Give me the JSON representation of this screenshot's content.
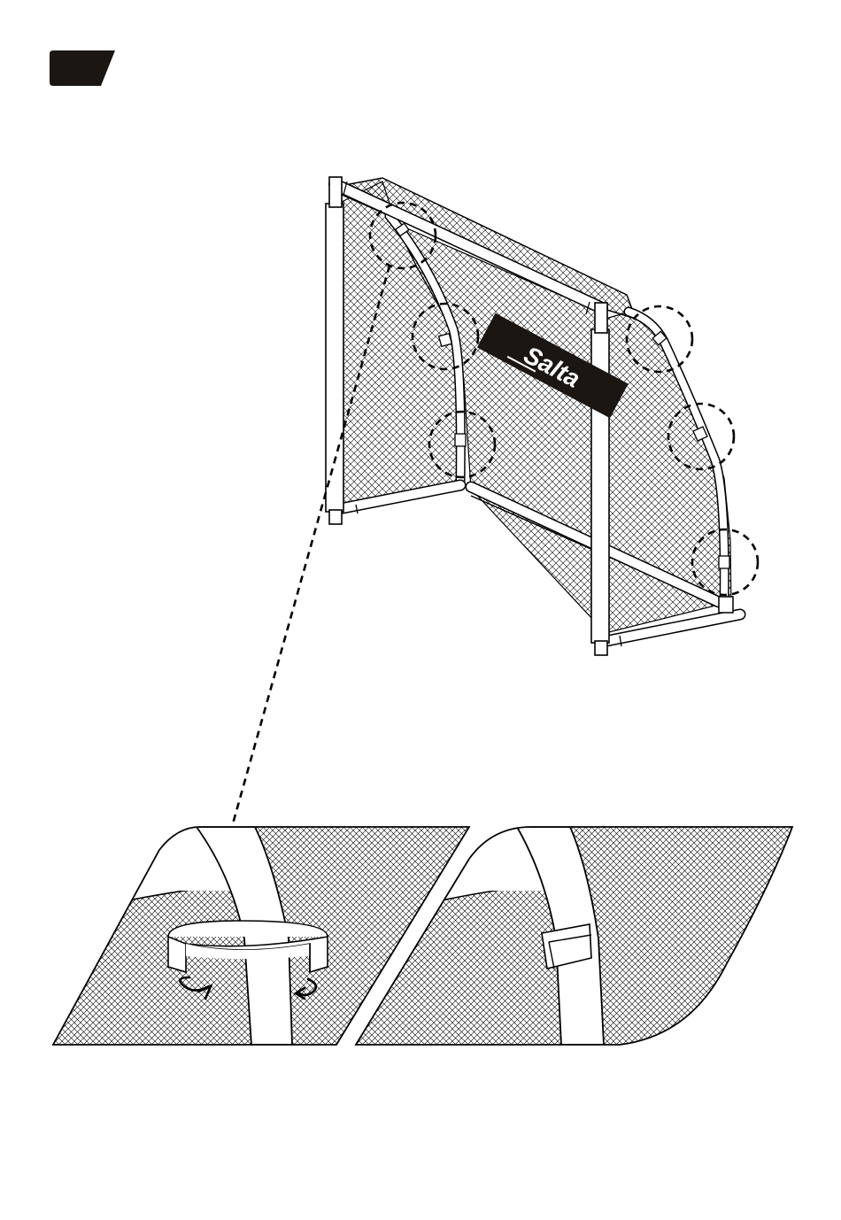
{
  "step_badge": {
    "label": "",
    "color": "#1b1612"
  },
  "goal": {
    "brand_text": "Salta",
    "frame_color": "#000000",
    "net_color": "#000000",
    "banner_color": "#1b1612"
  },
  "detail": {
    "left_panel": {
      "state": "strap-open",
      "rotation_icons": [
        "rotate-left-arrow",
        "rotate-right-arrow"
      ]
    },
    "right_panel": {
      "state": "strap-closed"
    }
  },
  "callouts": [
    "top-left-corner",
    "left-mid-pole",
    "left-lower-pole",
    "right-top-corner",
    "right-mid-pole",
    "right-lower-pole"
  ]
}
